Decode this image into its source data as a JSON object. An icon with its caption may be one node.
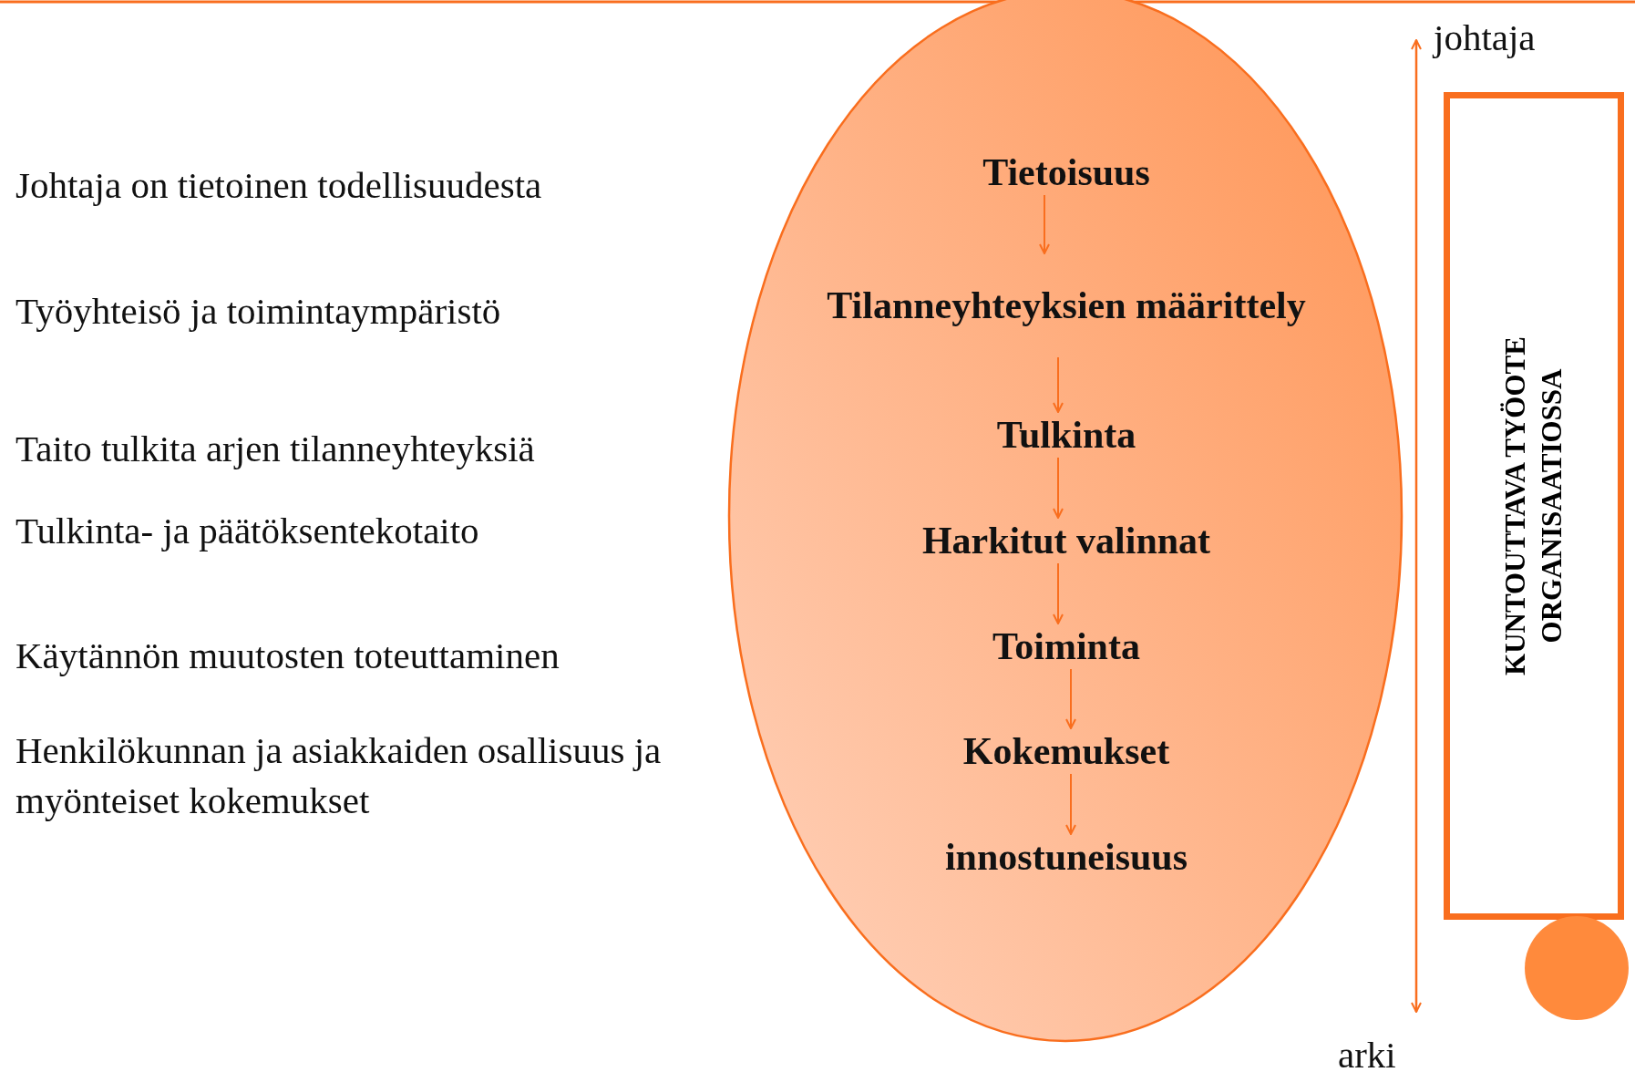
{
  "diagram": {
    "nodes": [
      {
        "text": [],
        "shape": "ellipse"
      },
      {
        "text": [
          "Tietoisuus"
        ],
        "in": 0
      },
      {
        "text": [
          "Tilanneyhteyksien määrittely"
        ],
        "in": 0
      },
      {
        "text": [
          "Tulkinta"
        ],
        "in": 0
      },
      {
        "text": [
          "Harkitut valinnat"
        ],
        "in": 0
      },
      {
        "text": [
          "Toiminta"
        ],
        "in": 0
      },
      {
        "text": [
          "Kokemukset"
        ],
        "in": 0
      },
      {
        "text": [
          "innostuneisuus"
        ],
        "in": 0
      },
      {
        "text": [
          "KUNTOUTTAVA TYÖOTE ORGANISAATIOSSA"
        ]
      },
      {
        "text": [],
        "shape": "circle"
      }
    ],
    "edges": [
      {
        "from": 1,
        "to": 2,
        "arrow": "to"
      },
      {
        "from": 2,
        "to": 3,
        "arrow": "to"
      },
      {
        "from": 3,
        "to": 4,
        "arrow": "to"
      },
      {
        "from": 4,
        "to": 5,
        "arrow": "to"
      },
      {
        "from": 5,
        "to": 6,
        "arrow": "to"
      },
      {
        "from": 6,
        "to": 7,
        "arrow": "to"
      }
    ],
    "labels": [
      "johtaja",
      "Johtaja on tietoinen todellisuudesta",
      "Työyhteisö ja toimintaympäristö",
      "Taito tulkita arjen tilanneyhteyksiä",
      "Tulkinta- ja päätöksentekotaito",
      "Käytännön muutosten toteuttaminen",
      "Henkilökunnan ja asiakkaiden osallisuus ja myönteiset kokemukset",
      "arki"
    ]
  }
}
